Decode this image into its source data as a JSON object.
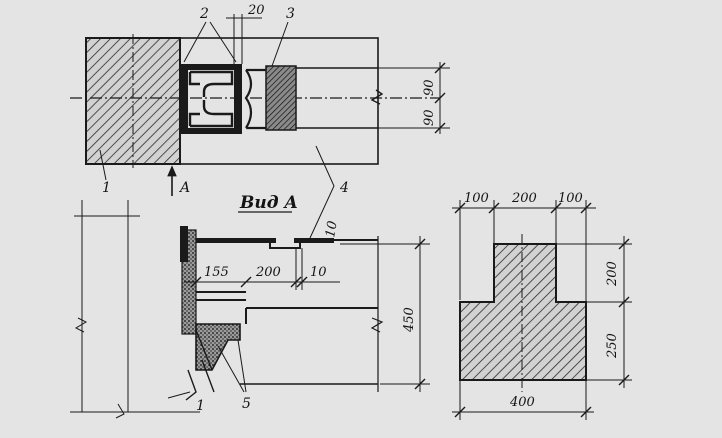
{
  "labels": {
    "callout_1_top": "1",
    "callout_1_bottom": "1",
    "callout_2": "2",
    "callout_3": "3",
    "callout_4": "4",
    "callout_5": "5",
    "view_marker": "A",
    "view_title": "Вид A"
  },
  "dimensions": {
    "plan_gap": "20",
    "plan_upper": "90",
    "plan_lower": "90",
    "section_155": "155",
    "section_200": "200",
    "section_10_horizontal": "10",
    "section_10_slanted": "10",
    "section_height": "450",
    "block_left": "100",
    "block_mid": "200",
    "block_right": "100",
    "block_top_height": "200",
    "block_bottom_height": "250",
    "block_width": "400"
  },
  "colors": {
    "paper": "#e4e4e4",
    "ink": "#1a1a1a",
    "hatch": "#2a2a2a"
  }
}
